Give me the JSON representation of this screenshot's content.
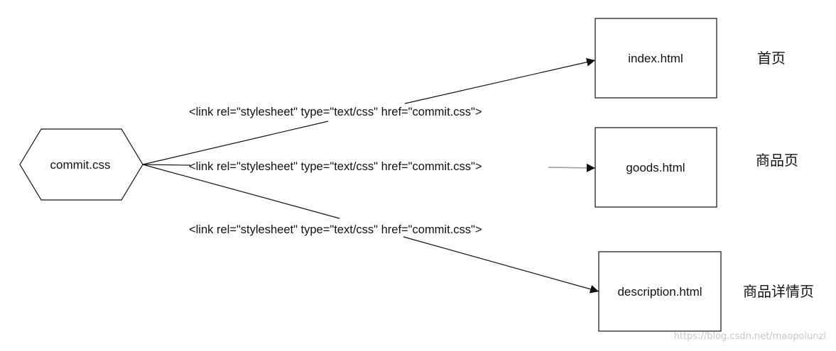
{
  "diagram": {
    "source": {
      "label": "commit.css",
      "shape": "hexagon"
    },
    "targets": [
      {
        "label": "index.html",
        "caption": "首页"
      },
      {
        "label": "goods.html",
        "caption": "商品页"
      },
      {
        "label": "description.html",
        "caption": "商品详情页"
      }
    ],
    "edges": [
      {
        "from": "commit.css",
        "to": "index.html",
        "label": "<link rel=\"stylesheet\" type=\"text/css\" href=\"commit.css\">"
      },
      {
        "from": "commit.css",
        "to": "goods.html",
        "label": "<link rel=\"stylesheet\" type=\"text/css\" href=\"commit.css\">"
      },
      {
        "from": "commit.css",
        "to": "description.html",
        "label": "<link rel=\"stylesheet\" type=\"text/css\" href=\"commit.css\">"
      }
    ],
    "colors": {
      "stroke": "#111111",
      "arrow_middle": "#9a9a9a",
      "watermark": "#c8c8c8"
    }
  },
  "watermark": "https://blog.csdn.net/maopolunzi"
}
